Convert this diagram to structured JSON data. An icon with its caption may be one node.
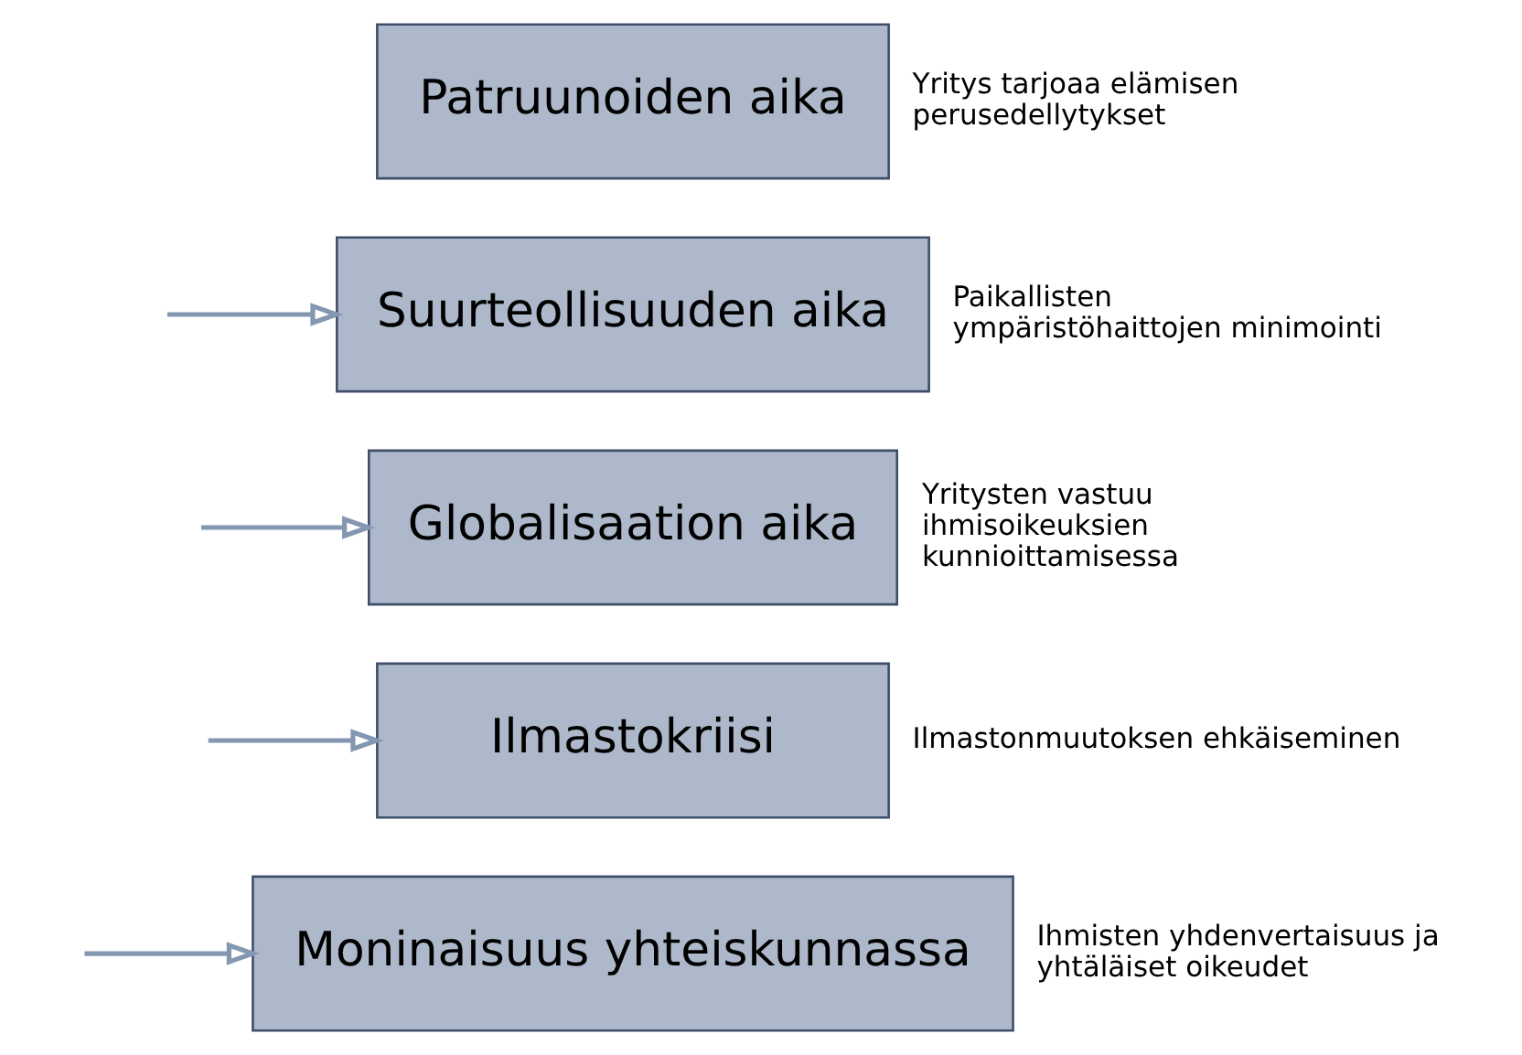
{
  "diagram": {
    "nodes": [
      {
        "text": [
          "Patruunoiden aika"
        ],
        "beside": [
          "Yritys tarjoaa elämisen perusedellytykset"
        ]
      },
      {
        "text": [
          "Suurteollisuuden aika"
        ],
        "beside": [
          "Paikallisten ympäristöhaittojen minimointi"
        ]
      },
      {
        "text": [
          "Globalisaation aika"
        ],
        "beside": [
          "Yritysten vastuu ihmisoikeuksien kunnioittamisessa"
        ]
      },
      {
        "text": [
          "Ilmastokriisi"
        ],
        "beside": [
          "Ilmastonmuutoksen ehkäiseminen"
        ]
      },
      {
        "text": [
          "Moninaisuus yhteiskunnassa"
        ],
        "beside": [
          "Ihmisten yhdenvertaisuus ja yhtäläiset oikeudet"
        ]
      }
    ],
    "edges": [
      {
        "from": null,
        "to": 1,
        "arrow": "to"
      },
      {
        "from": null,
        "to": 2,
        "arrow": "to"
      },
      {
        "from": null,
        "to": 3,
        "arrow": "to"
      },
      {
        "from": null,
        "to": 4,
        "arrow": "to"
      }
    ]
  }
}
